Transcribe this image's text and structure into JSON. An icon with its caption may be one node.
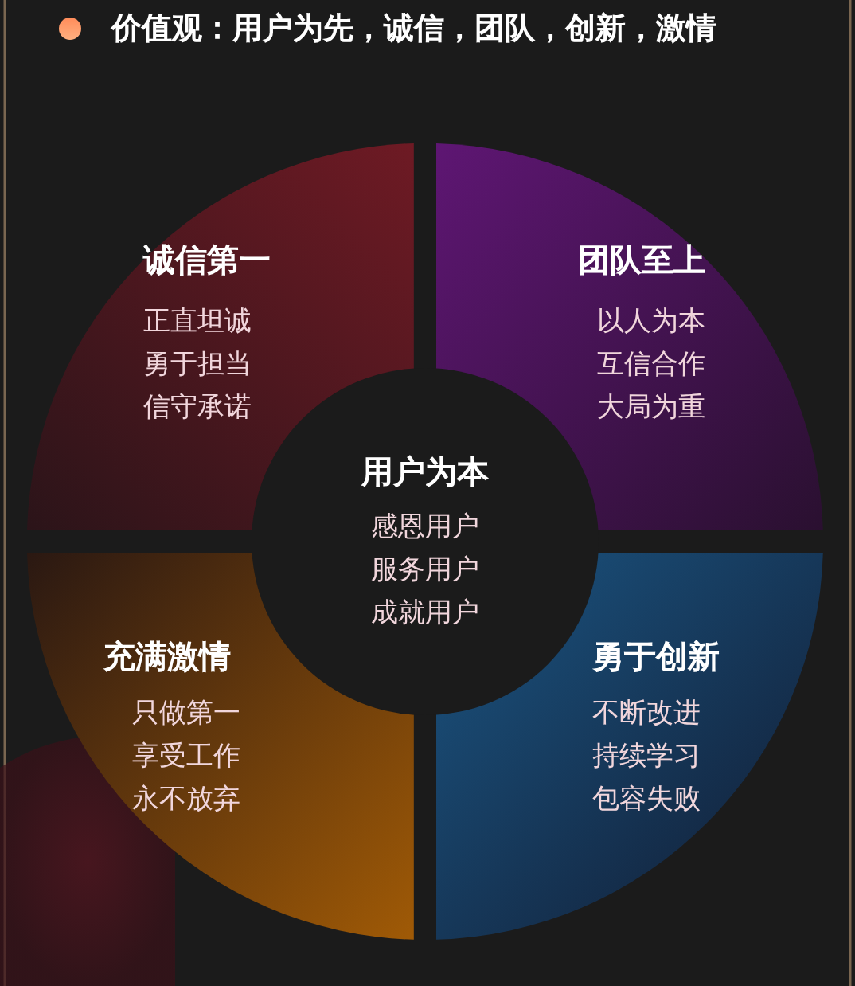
{
  "diagram": {
    "title": "价值观：用户为先，诚信，团队，创新，激情",
    "nodes": [
      {
        "text": [
          "诚信第一",
          "正直坦诚",
          "勇于担当",
          "信守承诺"
        ]
      },
      {
        "text": [
          "团队至上",
          "以人为本",
          "互信合作",
          "大局为重"
        ]
      },
      {
        "text": [
          "用户为本",
          "感恩用户",
          "服务用户",
          "成就用户"
        ]
      },
      {
        "text": [
          "充满激情",
          "只做第一",
          "享受工作",
          "永不放弃"
        ]
      },
      {
        "text": [
          "勇于创新",
          "不断改进",
          "持续学习",
          "包容失败"
        ]
      }
    ]
  }
}
